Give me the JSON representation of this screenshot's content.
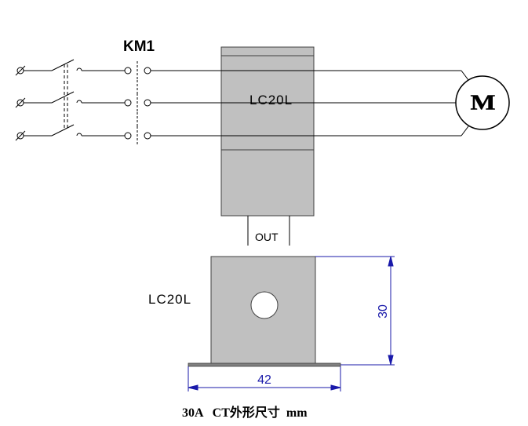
{
  "contactor_label": "KM1",
  "module_label": "LC20L",
  "output_label": "OUT",
  "ct_label": "LC20L",
  "motor_label": "M",
  "dim_height": "30",
  "dim_width": "42",
  "caption": "30A   CT外形尺寸  mm",
  "colors": {
    "line": "#000000",
    "box_fill": "#c0c0c0",
    "box_stroke": "#404040",
    "dimension": "#1a1aaa"
  }
}
